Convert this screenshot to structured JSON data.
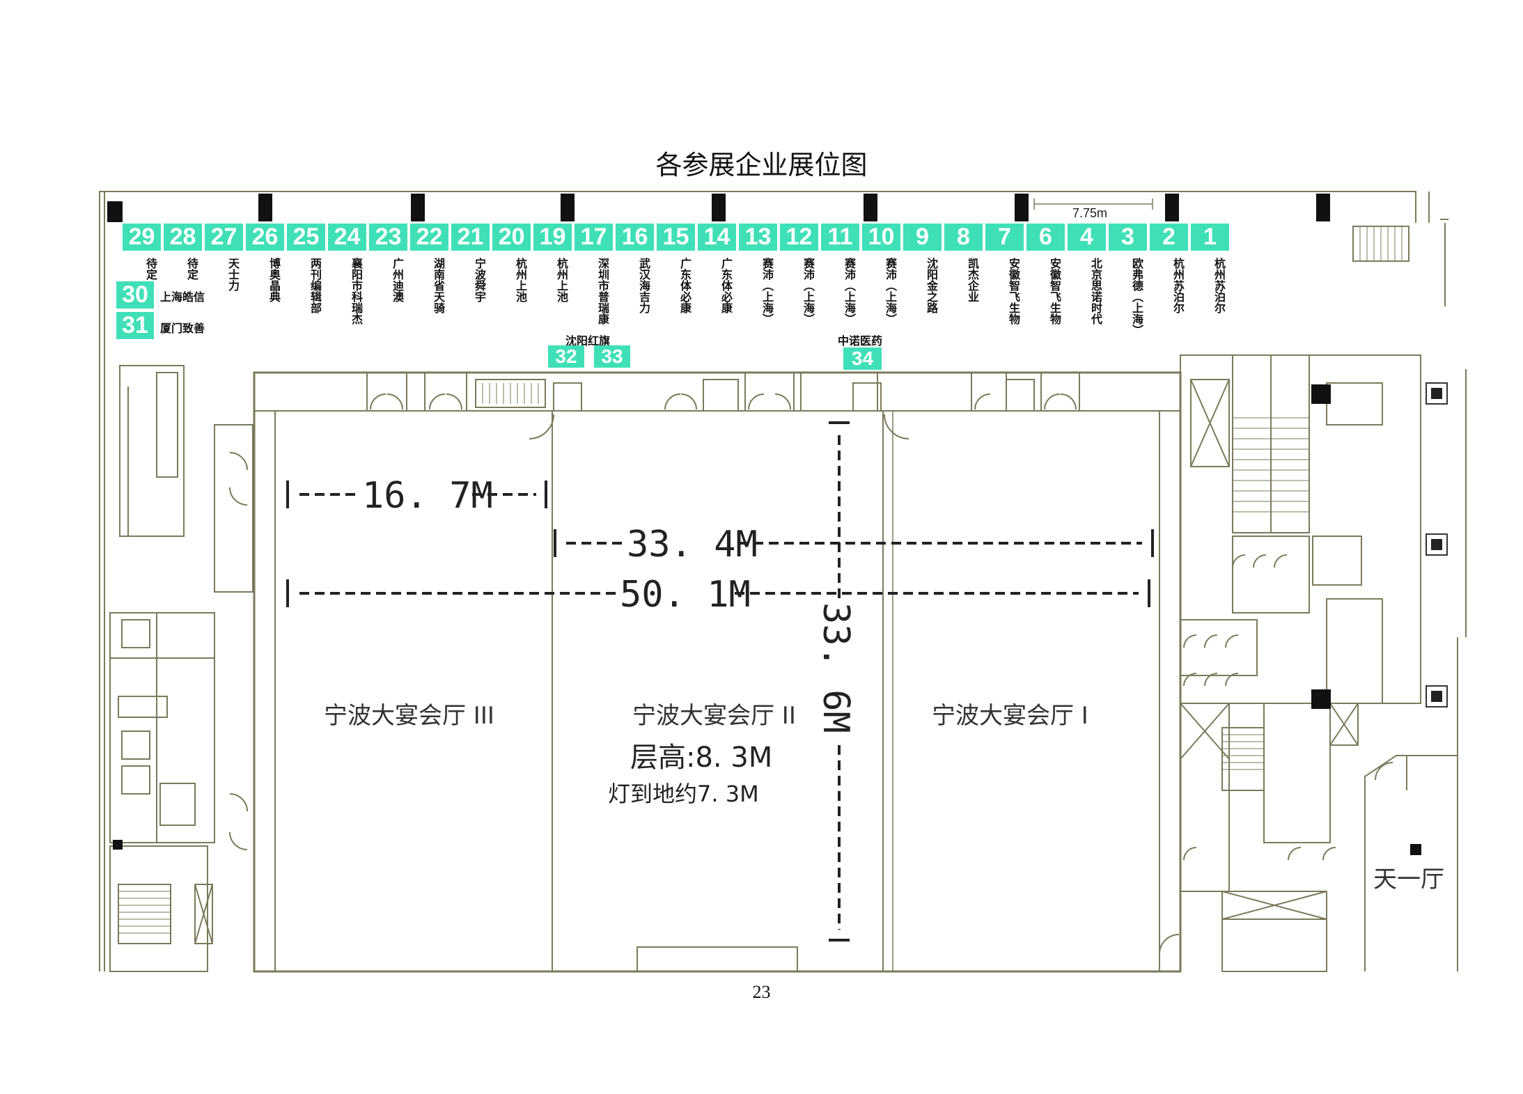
{
  "title": "各参展企业展位图",
  "page_number": "23",
  "scale_label": "7.75m",
  "booths_top": [
    {
      "number": "29",
      "name": "待定"
    },
    {
      "number": "28",
      "name": "待定"
    },
    {
      "number": "27",
      "name": "天士力"
    },
    {
      "number": "26",
      "name": "博奥晶典"
    },
    {
      "number": "25",
      "name": "两刊编辑部"
    },
    {
      "number": "24",
      "name": "襄阳市科瑞杰"
    },
    {
      "number": "23",
      "name": "广州迪澳"
    },
    {
      "number": "22",
      "name": "湖南省天骑"
    },
    {
      "number": "21",
      "name": "宁波舜宇"
    },
    {
      "number": "20",
      "name": "杭州上池"
    },
    {
      "number": "19",
      "name": "杭州上池"
    },
    {
      "number": "17",
      "name": "深圳市普瑞康"
    },
    {
      "number": "16",
      "name": "武汉海吉力"
    },
    {
      "number": "15",
      "name": "广东体必康"
    },
    {
      "number": "14",
      "name": "广东体必康"
    },
    {
      "number": "13",
      "name": "赛沛（上海）"
    },
    {
      "number": "12",
      "name": "赛沛（上海）"
    },
    {
      "number": "11",
      "name": "赛沛（上海）"
    },
    {
      "number": "10",
      "name": "赛沛（上海）"
    },
    {
      "number": "9",
      "name": "沈阳金之路"
    },
    {
      "number": "8",
      "name": "凯杰企业"
    },
    {
      "number": "7",
      "name": "安徽智飞生物"
    },
    {
      "number": "6",
      "name": "安徽智飞生物"
    },
    {
      "number": "4",
      "name": "北京思诺时代"
    },
    {
      "number": "3",
      "name": "欧弗德（上海）"
    },
    {
      "number": "2",
      "name": "杭州苏泊尔"
    },
    {
      "number": "1",
      "name": "杭州苏泊尔"
    }
  ],
  "booths_side": [
    {
      "number": "30",
      "name": "上海皓信"
    },
    {
      "number": "31",
      "name": "厦门致善"
    }
  ],
  "booths_small": [
    {
      "number": "32",
      "name": "沈阳红旗"
    },
    {
      "number": "33",
      "name": ""
    },
    {
      "number": "34",
      "name": "中诺医药"
    }
  ],
  "dimensions": {
    "d1": "16. 7M",
    "d2": "33. 4M",
    "d3": "50. 1M",
    "d4": "33. 6M",
    "height": "层高:8. 3M",
    "lamp": "灯到地约7. 3M"
  },
  "halls": {
    "hall3": "宁波大宴会厅 III",
    "hall2": "宁波大宴会厅 II",
    "hall1": "宁波大宴会厅 I",
    "tianyi": "天一厅"
  },
  "colors": {
    "booth": "#3fe0b7",
    "wall": "#7a7a5a",
    "wall_dark": "#4a4a38"
  }
}
